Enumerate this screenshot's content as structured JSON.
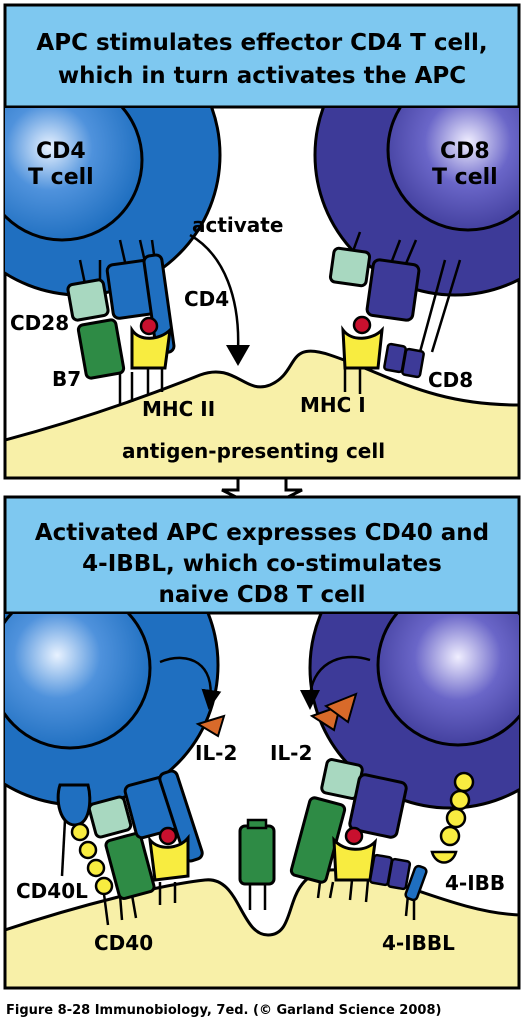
{
  "panel1": {
    "title_line1": "APC stimulates effector CD4 T cell,",
    "title_line2": "which in turn activates the APC",
    "cd4_cell_line1": "CD4",
    "cd4_cell_line2": "T cell",
    "cd8_cell_line1": "CD8",
    "cd8_cell_line2": "T cell",
    "activate": "activate",
    "cd28": "CD28",
    "b7": "B7",
    "cd4": "CD4",
    "mhc2": "MHC II",
    "mhc1": "MHC I",
    "cd8": "CD8",
    "apc": "antigen-presenting cell"
  },
  "panel2": {
    "title_line1": "Activated APC expresses CD40 and",
    "title_line2": "4-IBBL, which co-stimulates",
    "title_line3": "naive CD8 T cell",
    "il2_left": "IL-2",
    "il2_right": "IL-2",
    "cd40l": "CD40L",
    "cd40": "CD40",
    "ibb": "4-IBB",
    "ibbl": "4-IBBL"
  },
  "caption": "Figure 8-28  Immunobiology, 7ed. (© Garland Science 2008)",
  "colors": {
    "header_bg": "#7ec8f0",
    "cd4_cell": "#1f6fc0",
    "cd8_cell": "#3d3a98",
    "apc": "#f8f0a8",
    "green": "#2e8b45",
    "light_green": "#a8d8c0",
    "yellow": "#f8ec40",
    "peptide": "#c8102e",
    "il2": "#d86a2a"
  }
}
